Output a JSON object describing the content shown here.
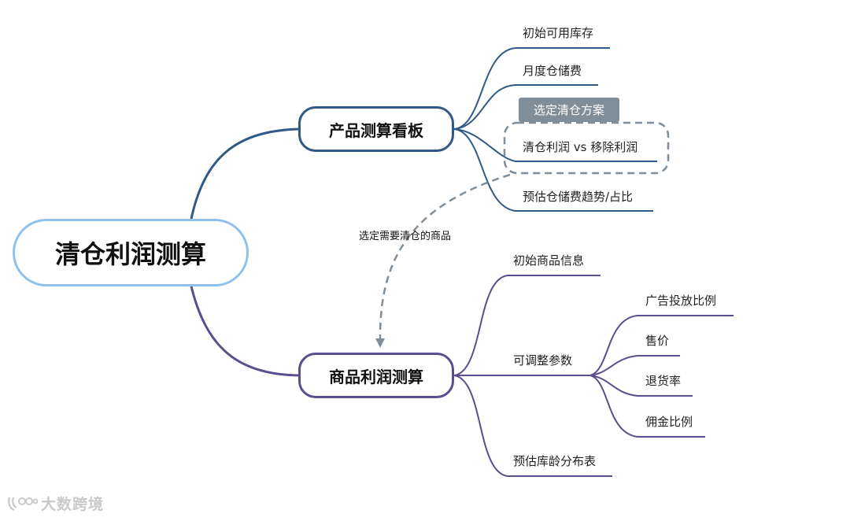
{
  "root": "清仓利润测算",
  "branches": [
    {
      "label": "产品测算看板",
      "children": [
        "初始可用库存",
        "月度仓储费",
        "清仓利润 vs 移除利润",
        "预估仓储费趋势/占比"
      ],
      "tag": "选定清仓方案"
    },
    {
      "label": "商品利润测算",
      "children": [
        "初始商品信息",
        "可调整参数",
        "预估库龄分布表"
      ],
      "params": [
        "广告投放比例",
        "售价",
        "退货率",
        "佣金比例"
      ]
    }
  ],
  "relationship": "选定需要清仓的商品",
  "watermark": "大数跨境",
  "colors": {
    "root": "#8fc1ee",
    "branch1": "#2f5a87",
    "branch2": "#5c4e8e",
    "dashed": "#7f8e99"
  }
}
